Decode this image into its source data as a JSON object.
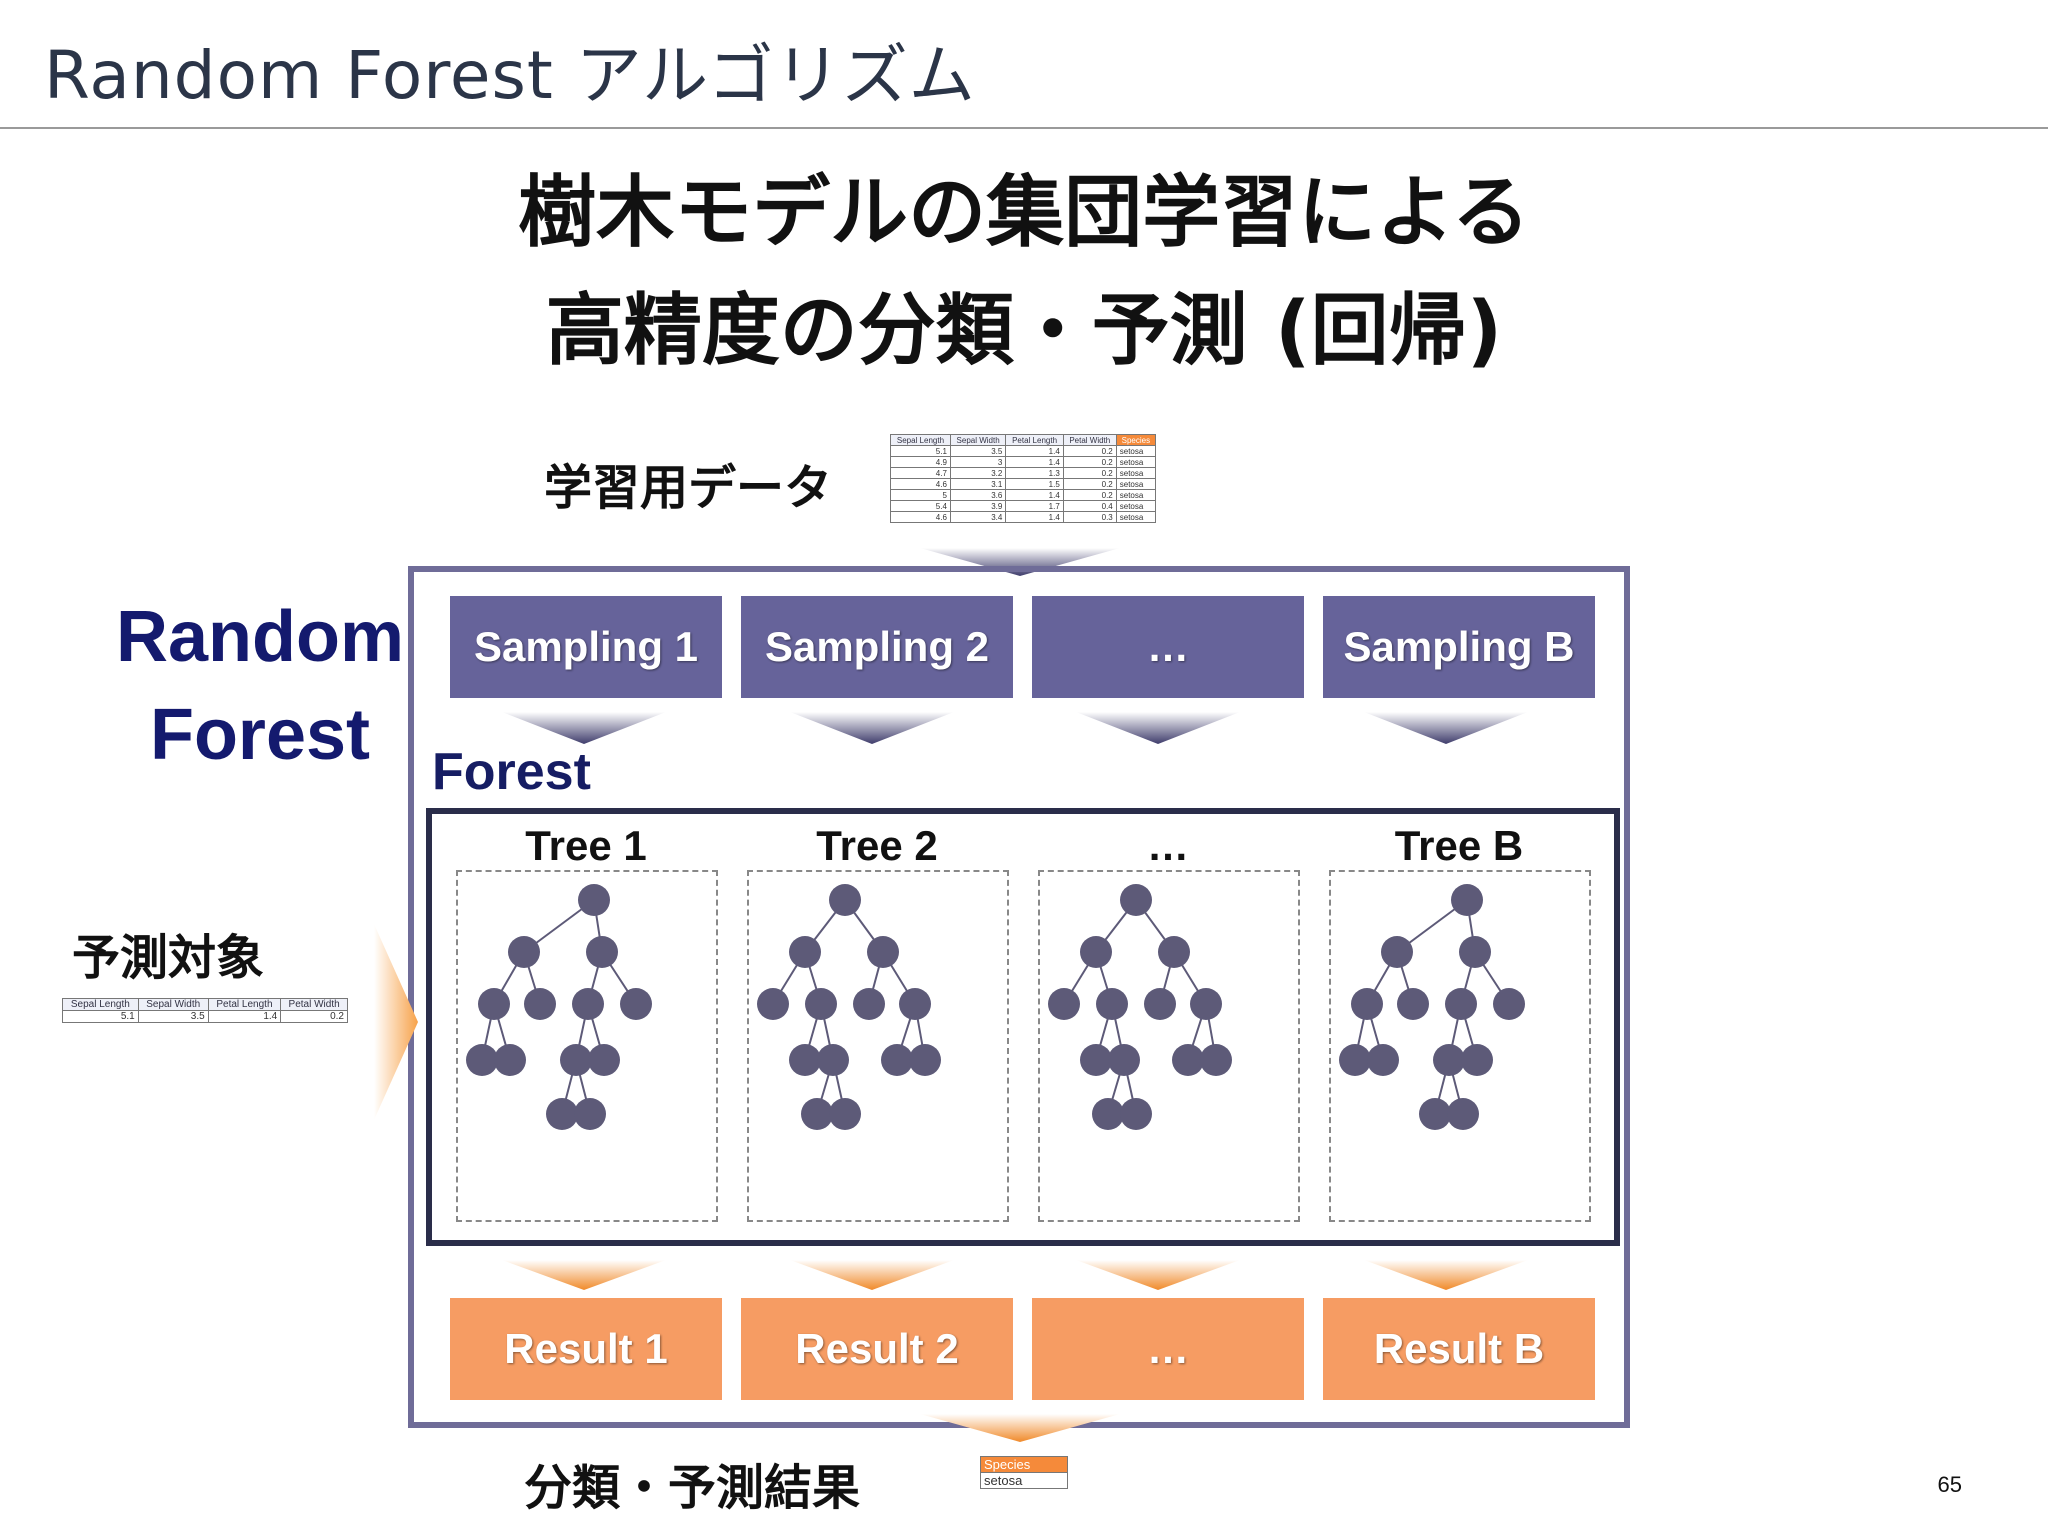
{
  "slide": {
    "title": "Random Forest アルゴリズム",
    "headline_line1": "樹木モデルの集団学習による",
    "headline_line2": "高精度の分類・予測 (回帰)",
    "side_title_line1": "Random",
    "side_title_line2": "Forest",
    "training_data_label": "学習用データ",
    "predict_target_label": "予測対象",
    "result_label": "分類・予測結果",
    "forest_label": "Forest",
    "page_number": "65"
  },
  "sampling_boxes": [
    "Sampling 1",
    "Sampling 2",
    "…",
    "Sampling B"
  ],
  "tree_labels": [
    "Tree 1",
    "Tree 2",
    "…",
    "Tree B"
  ],
  "result_boxes": [
    "Result 1",
    "Result 2",
    "…",
    "Result B"
  ],
  "training_table": {
    "headers": [
      "Sepal Length",
      "Sepal Width",
      "Petal Length",
      "Petal Width",
      "Species"
    ],
    "rows": [
      [
        "5.1",
        "3.5",
        "1.4",
        "0.2",
        "setosa"
      ],
      [
        "4.9",
        "3",
        "1.4",
        "0.2",
        "setosa"
      ],
      [
        "4.7",
        "3.2",
        "1.3",
        "0.2",
        "setosa"
      ],
      [
        "4.6",
        "3.1",
        "1.5",
        "0.2",
        "setosa"
      ],
      [
        "5",
        "3.6",
        "1.4",
        "0.2",
        "setosa"
      ],
      [
        "5.4",
        "3.9",
        "1.7",
        "0.4",
        "setosa"
      ],
      [
        "4.6",
        "3.4",
        "1.4",
        "0.3",
        "setosa"
      ]
    ]
  },
  "predict_table": {
    "headers": [
      "Sepal Length",
      "Sepal Width",
      "Petal Length",
      "Petal Width"
    ],
    "row": [
      "5.1",
      "3.5",
      "1.4",
      "0.2"
    ]
  },
  "result_table": {
    "header": "Species",
    "value": "setosa"
  },
  "colors": {
    "sampling_box": "#66639a",
    "result_box": "#f69c63",
    "title_dark_blue": "#141a6e",
    "tree_node": "#5d5a78",
    "outer_frame": "#6f6c98",
    "forest_frame": "#2a2d4a"
  }
}
